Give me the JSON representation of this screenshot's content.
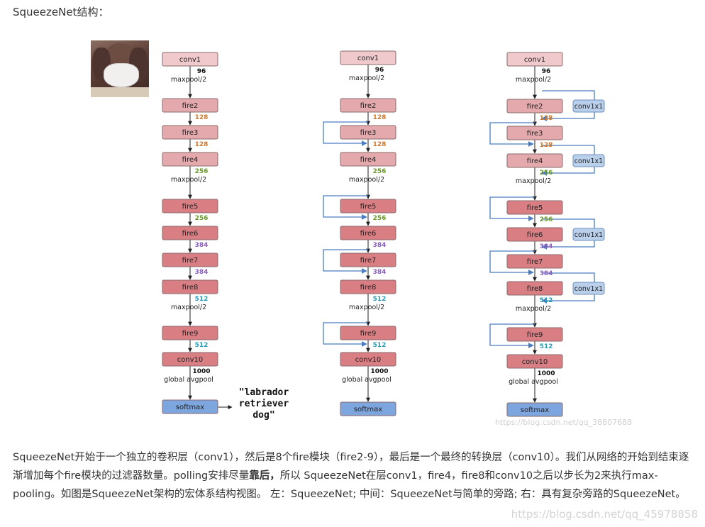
{
  "heading": "SqueezeNet结构：",
  "photo_icon": "masked-dog-photo",
  "left_prediction": "\"labrador\nretriever\ndog\"",
  "layers": {
    "conv1": "conv1",
    "fire2": "fire2",
    "fire3": "fire3",
    "fire4": "fire4",
    "fire5": "fire5",
    "fire6": "fire6",
    "fire7": "fire7",
    "fire8": "fire8",
    "fire9": "fire9",
    "conv10": "conv10",
    "softmax": "softmax",
    "conv1x1": "conv1x1"
  },
  "channels": [
    "96",
    "128",
    "128",
    "256",
    "256",
    "384",
    "384",
    "512",
    "512",
    "1000"
  ],
  "ops": {
    "maxpool": "maxpool/2",
    "global_avgpool": "global avgpool"
  },
  "colors": {
    "light": "#efc9cc",
    "mid": "#e4a9ad",
    "dark": "#d97f84",
    "softmax": "#7ea6de",
    "conv1x1": "#b9cfea",
    "arrow_blue": "#4a7cc0",
    "ch_orange": "#d2782a",
    "ch_green": "#6b9a2a",
    "ch_purple": "#8b5fbf",
    "ch_teal": "#2a9bb5",
    "ch_black": "#111111"
  },
  "watermark_diagram": "https://blog.csdn.net/qq_38807688",
  "paragraph": {
    "part1": "SqueezeNet开始于一个独立的卷积层（conv1），然后是8个fire模块（fire2-9），最后是一个最终的转换层（conv10）。我们从网络的开始到结束逐渐增加每个fire模块的过滤器数量。polling安排尽量",
    "bold": "靠后，",
    "part2": "所以 SqueezeNet在层conv1，fire4，fire8和conv10之后以步长为2来执行max-pooling。如图是SqueezeNet架构的宏体系结构视图。 左：SqueezeNet; 中间：SqueezeNet与简单的旁路; 右：具有复杂旁路的SqueezeNet。"
  },
  "watermark_footer": "https://blog.csdn.net/qq_45978858"
}
